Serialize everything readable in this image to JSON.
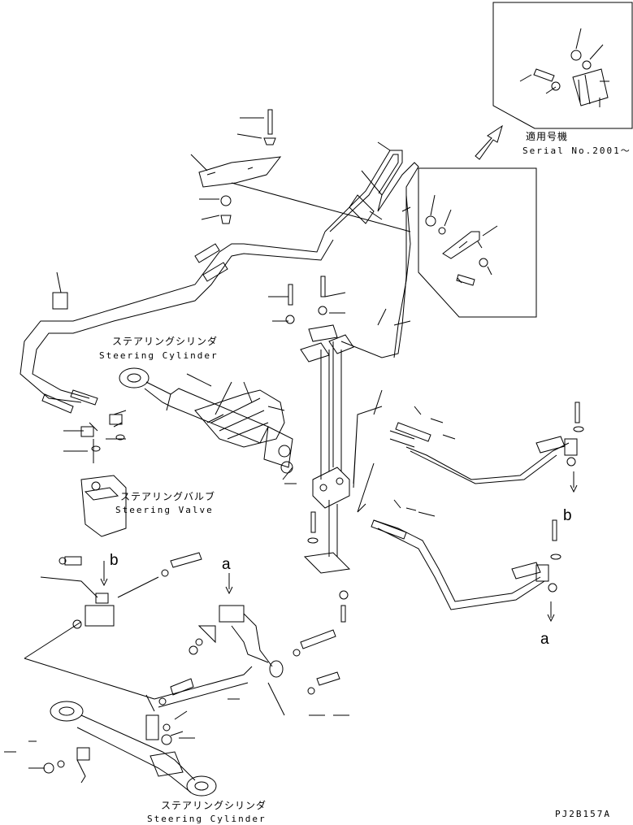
{
  "drawing_code": "PJ2B157A",
  "serial_note": {
    "jp": "適用号機",
    "en": "Serial No.2001～"
  },
  "labels": {
    "steering_cylinder_top_jp": "ステアリングシリンダ",
    "steering_cylinder_top_en": "Steering Cylinder",
    "steering_valve_jp": "ステアリングバルブ",
    "steering_valve_en": "Steering Valve",
    "steering_cylinder_bottom_jp": "ステアリングシリンダ",
    "steering_cylinder_bottom_en": "Steering Cylinder"
  },
  "markers": {
    "a_left": "a",
    "b_left": "b",
    "b_right": "b",
    "a_right": "a"
  }
}
